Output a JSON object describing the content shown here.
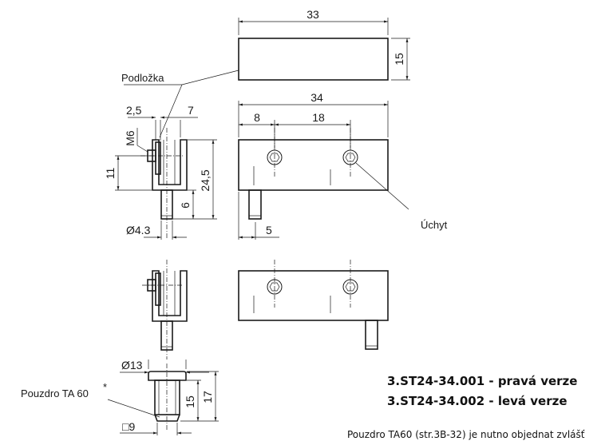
{
  "dimensions": {
    "top_width": "33",
    "top_height": "15",
    "front_width": "34",
    "offset_8": "8",
    "spacing_18": "18",
    "pin_5": "5",
    "side_2_5": "2,5",
    "side_7": "7",
    "thread": "M6",
    "side_11": "11",
    "side_24_5": "24,5",
    "side_6": "6",
    "dia_4_3": "Ø4.3",
    "bush_dia": "Ø13",
    "bush_sq": "□9",
    "bush_15": "15",
    "bush_17": "17"
  },
  "labels": {
    "washer": "Podložka",
    "grip": "Úchyt",
    "bushing": "Pouzdro  TA 60",
    "bushing_mark": "*"
  },
  "codes": {
    "right": "3.ST24-34.001 - pravá verze",
    "left": "3.ST24-34.002 - levá verze"
  },
  "footnote": "Pouzdro TA60 (str.3B-32) je nutno objednat zvlášť"
}
